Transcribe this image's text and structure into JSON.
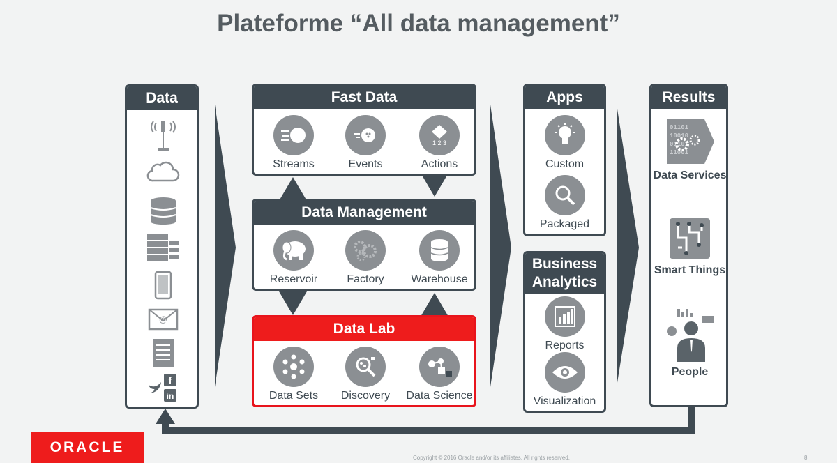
{
  "title": "Plateforme “All data management”",
  "data_panel": {
    "header": "Data",
    "icons": [
      "antenna-icon",
      "cloud-icon",
      "database-icon",
      "server-rack-icon",
      "smartphone-icon",
      "email-icon",
      "document-icon",
      "social-media-icon"
    ]
  },
  "fast_data": {
    "header": "Fast Data",
    "items": [
      {
        "label": "Streams",
        "icon": "streams-icon"
      },
      {
        "label": "Events",
        "icon": "events-icon"
      },
      {
        "label": "Actions",
        "icon": "actions-icon",
        "icon_text": "1 2 3"
      }
    ]
  },
  "data_management": {
    "header": "Data Management",
    "items": [
      {
        "label": "Reservoir",
        "icon": "elephant-icon"
      },
      {
        "label": "Factory",
        "icon": "gears-icon"
      },
      {
        "label": "Warehouse",
        "icon": "database-icon"
      }
    ]
  },
  "data_lab": {
    "header": "Data Lab",
    "items": [
      {
        "label": "Data Sets",
        "icon": "network-icon"
      },
      {
        "label": "Discovery",
        "icon": "magnifier-icon"
      },
      {
        "label": "Data Science",
        "icon": "nodes-icon"
      }
    ]
  },
  "apps": {
    "header": "Apps",
    "items": [
      {
        "label": "Custom",
        "icon": "lightbulb-icon"
      },
      {
        "label": "Packaged",
        "icon": "search-icon"
      }
    ]
  },
  "business_analytics": {
    "header_line1": "Business",
    "header_line2": "Analytics",
    "items": [
      {
        "label": "Reports",
        "icon": "bar-chart-icon"
      },
      {
        "label": "Visualization",
        "icon": "eye-icon"
      }
    ]
  },
  "results": {
    "header": "Results",
    "items": [
      {
        "label": "Data Services",
        "icon": "binary-gears-icon"
      },
      {
        "label": "Smart Things",
        "icon": "circuit-icon"
      },
      {
        "label": "People",
        "icon": "person-icon"
      }
    ]
  },
  "footer": {
    "logo": "ORACLE",
    "copyright": "Copyright © 2016 Oracle and/or its affiliates. All rights reserved.",
    "page_number": "8"
  },
  "colors": {
    "dark": "#3f4a52",
    "icon_gray": "#8b8f93",
    "red": "#ee1c1c",
    "background": "#f2f3f3"
  }
}
